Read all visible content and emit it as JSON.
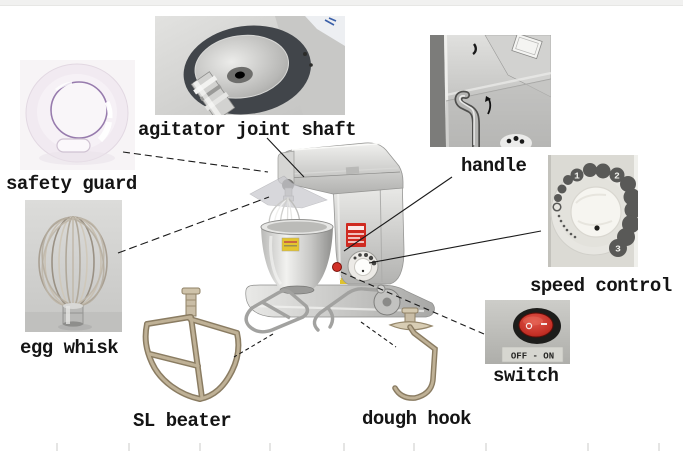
{
  "figure": {
    "type": "annotated-parts-diagram",
    "parts": {
      "safety_guard": {
        "label": "safety guard"
      },
      "agitator_joint_shaft": {
        "label": "agitator joint shaft"
      },
      "handle": {
        "label": "handle"
      },
      "speed_control": {
        "label": "speed control"
      },
      "switch": {
        "label": "switch"
      },
      "egg_whisk": {
        "label": "egg whisk"
      },
      "sl_beater": {
        "label": "SL beater"
      },
      "dough_hook": {
        "label": "dough hook"
      }
    },
    "speed_dial": {
      "marks": [
        "1",
        "2",
        "3"
      ]
    },
    "switch_plate": {
      "text": "OFF - ON"
    },
    "colors": {
      "callout_line": "#1a1a1a",
      "label_text": "#141414",
      "switch_red": "#c43026",
      "warning_sticker_red": "#cf2a20",
      "sticker_yellow": "#e4c52f",
      "stainless": "#c9c9c7",
      "attachment_metal_tan": "#b3a489",
      "guard_purple": "#8d6fa6"
    }
  }
}
